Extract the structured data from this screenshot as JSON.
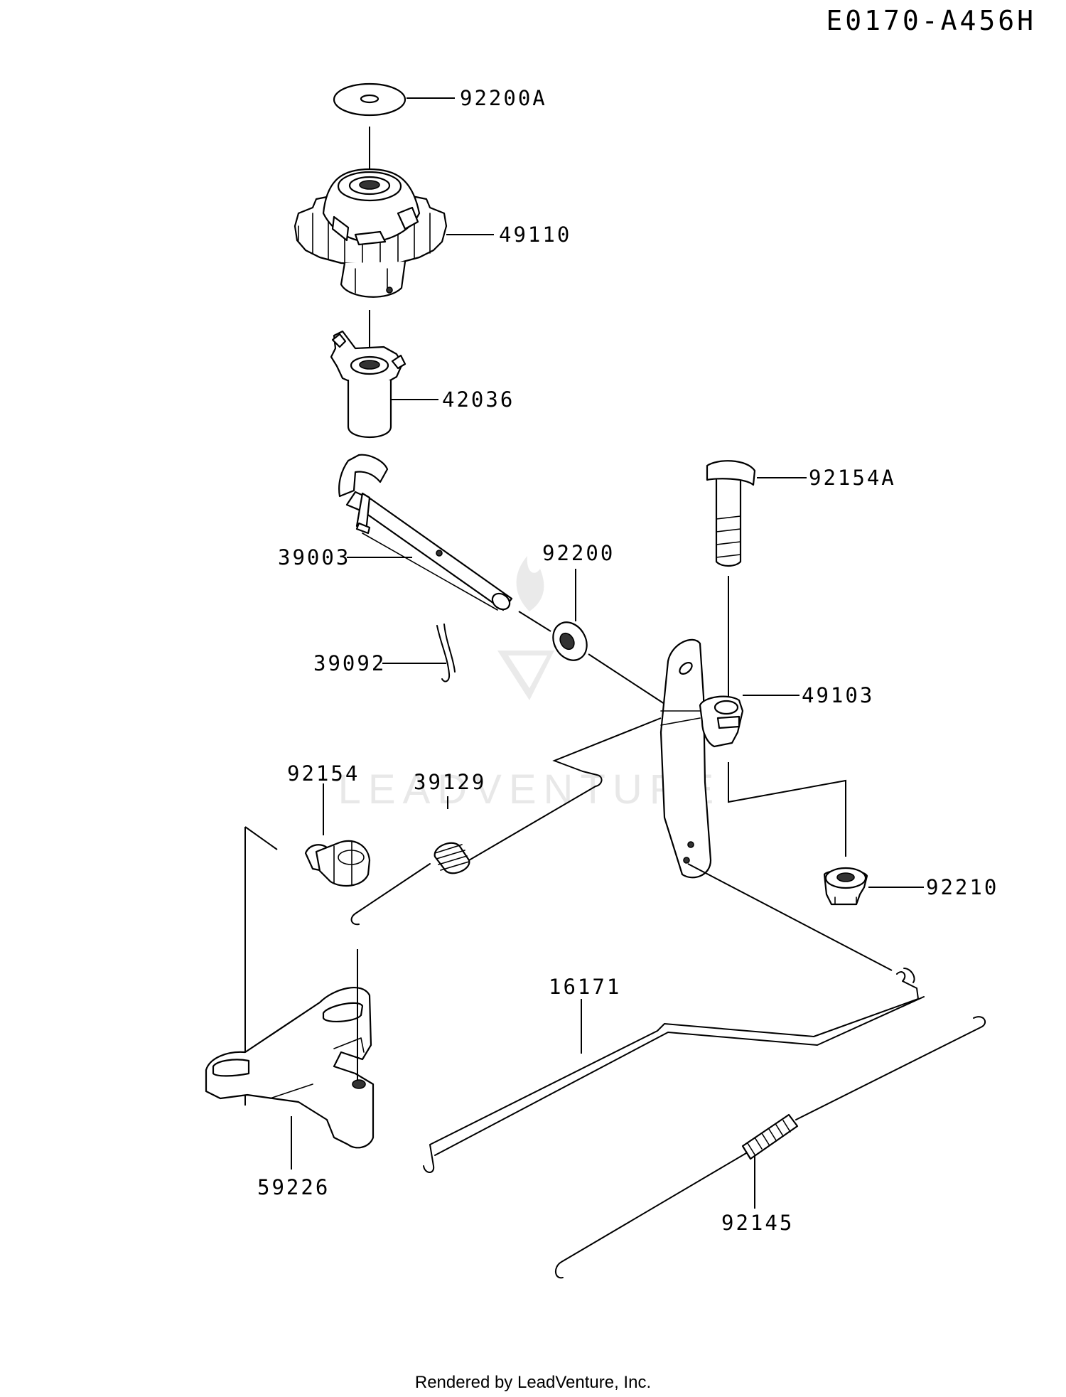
{
  "diagram_code": "E0170-A456H",
  "footer": "Rendered by LeadVenture, Inc.",
  "watermark": "LEADVENTURE",
  "parts": [
    {
      "number": "92200A"
    },
    {
      "number": "49110"
    },
    {
      "number": "42036"
    },
    {
      "number": "92154A"
    },
    {
      "number": "39003"
    },
    {
      "number": "92200"
    },
    {
      "number": "39092"
    },
    {
      "number": "49103"
    },
    {
      "number": "92154"
    },
    {
      "number": "39129"
    },
    {
      "number": "92210"
    },
    {
      "number": "16171"
    },
    {
      "number": "59226"
    },
    {
      "number": "92145"
    }
  ]
}
